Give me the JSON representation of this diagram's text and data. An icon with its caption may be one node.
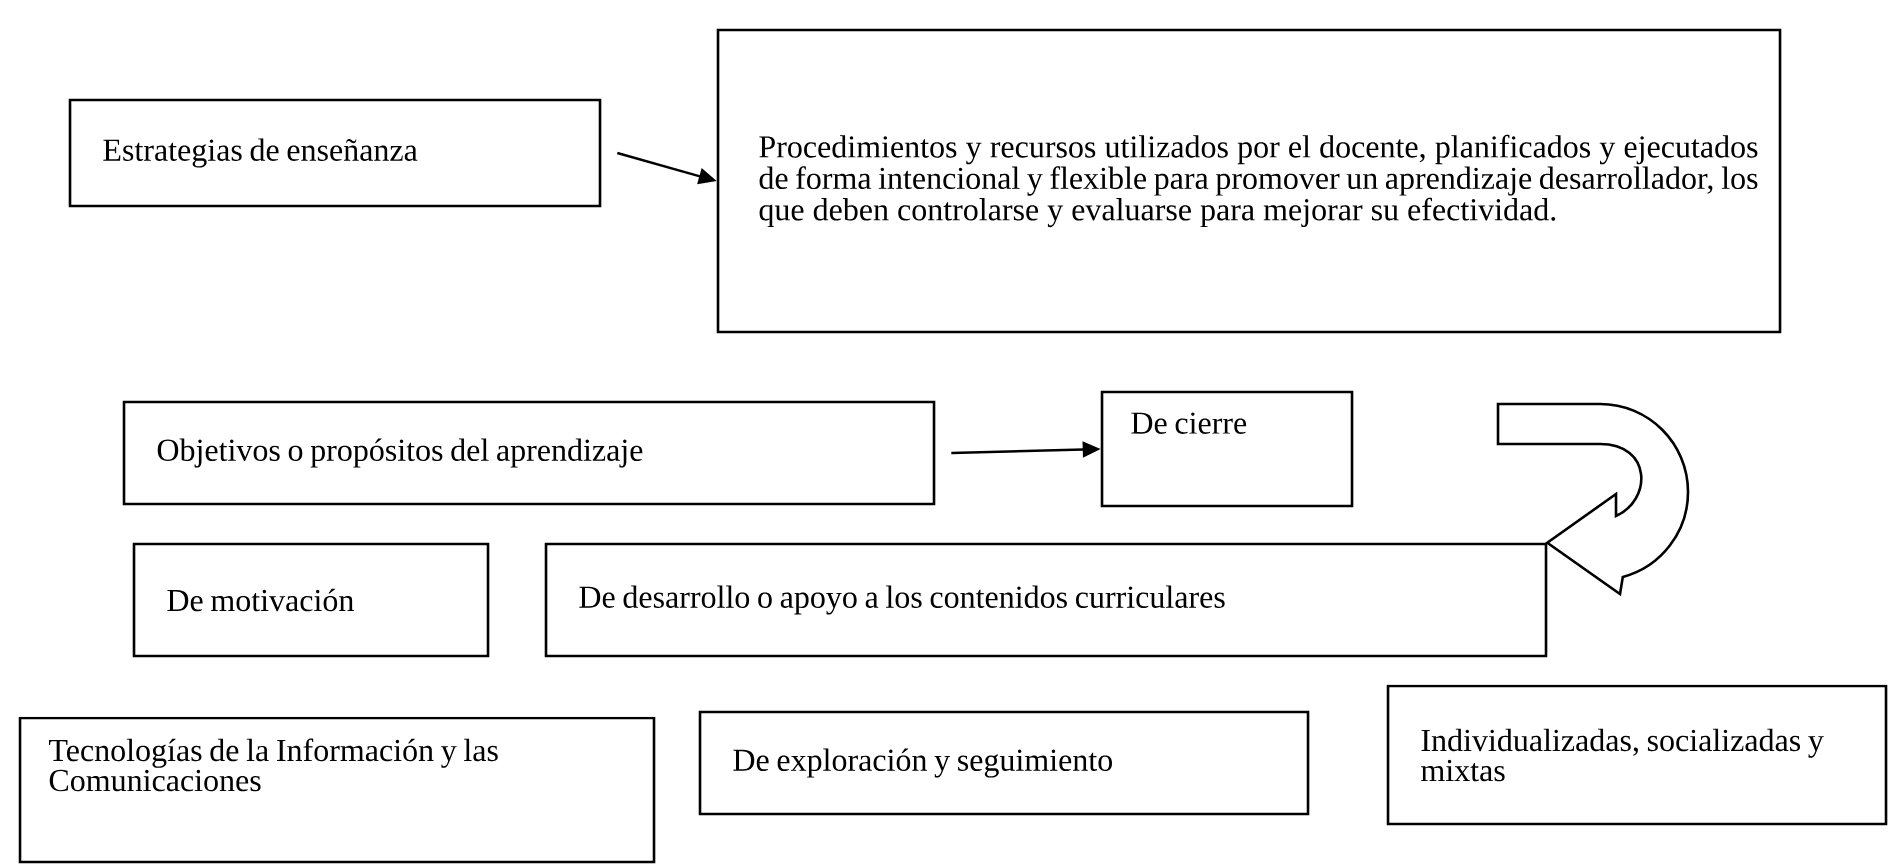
{
  "diagram": {
    "nodes": [
      {
        "text": [
          "Estrategias de enseñanza"
        ]
      },
      {
        "text": [
          "Procedimientos y recursos utilizados por el docente, planificados y ejecutados de forma intencional y flexible para promover un aprendizaje desarrollador, los que deben controlarse y evaluarse para mejorar su efectividad."
        ]
      },
      {
        "text": [
          "Objetivos o propósitos del aprendizaje"
        ]
      },
      {
        "text": [
          "De cierre"
        ]
      },
      {
        "text": [
          "De motivación"
        ]
      },
      {
        "text": [
          "De desarrollo o apoyo a los contenidos curriculares"
        ]
      },
      {
        "text": [
          "Tecnologías de la Información y las Comunicaciones"
        ]
      },
      {
        "text": [
          "De exploración y seguimiento"
        ]
      },
      {
        "text": [
          "Individualizadas, socializadas y mixtas"
        ]
      }
    ],
    "edges": [
      {
        "from": 0,
        "to": 1,
        "arrow": "to"
      },
      {
        "from": 2,
        "to": 3,
        "arrow": "to"
      },
      {
        "from": null,
        "to": 5,
        "arrow": "to",
        "style": "thick"
      }
    ]
  }
}
